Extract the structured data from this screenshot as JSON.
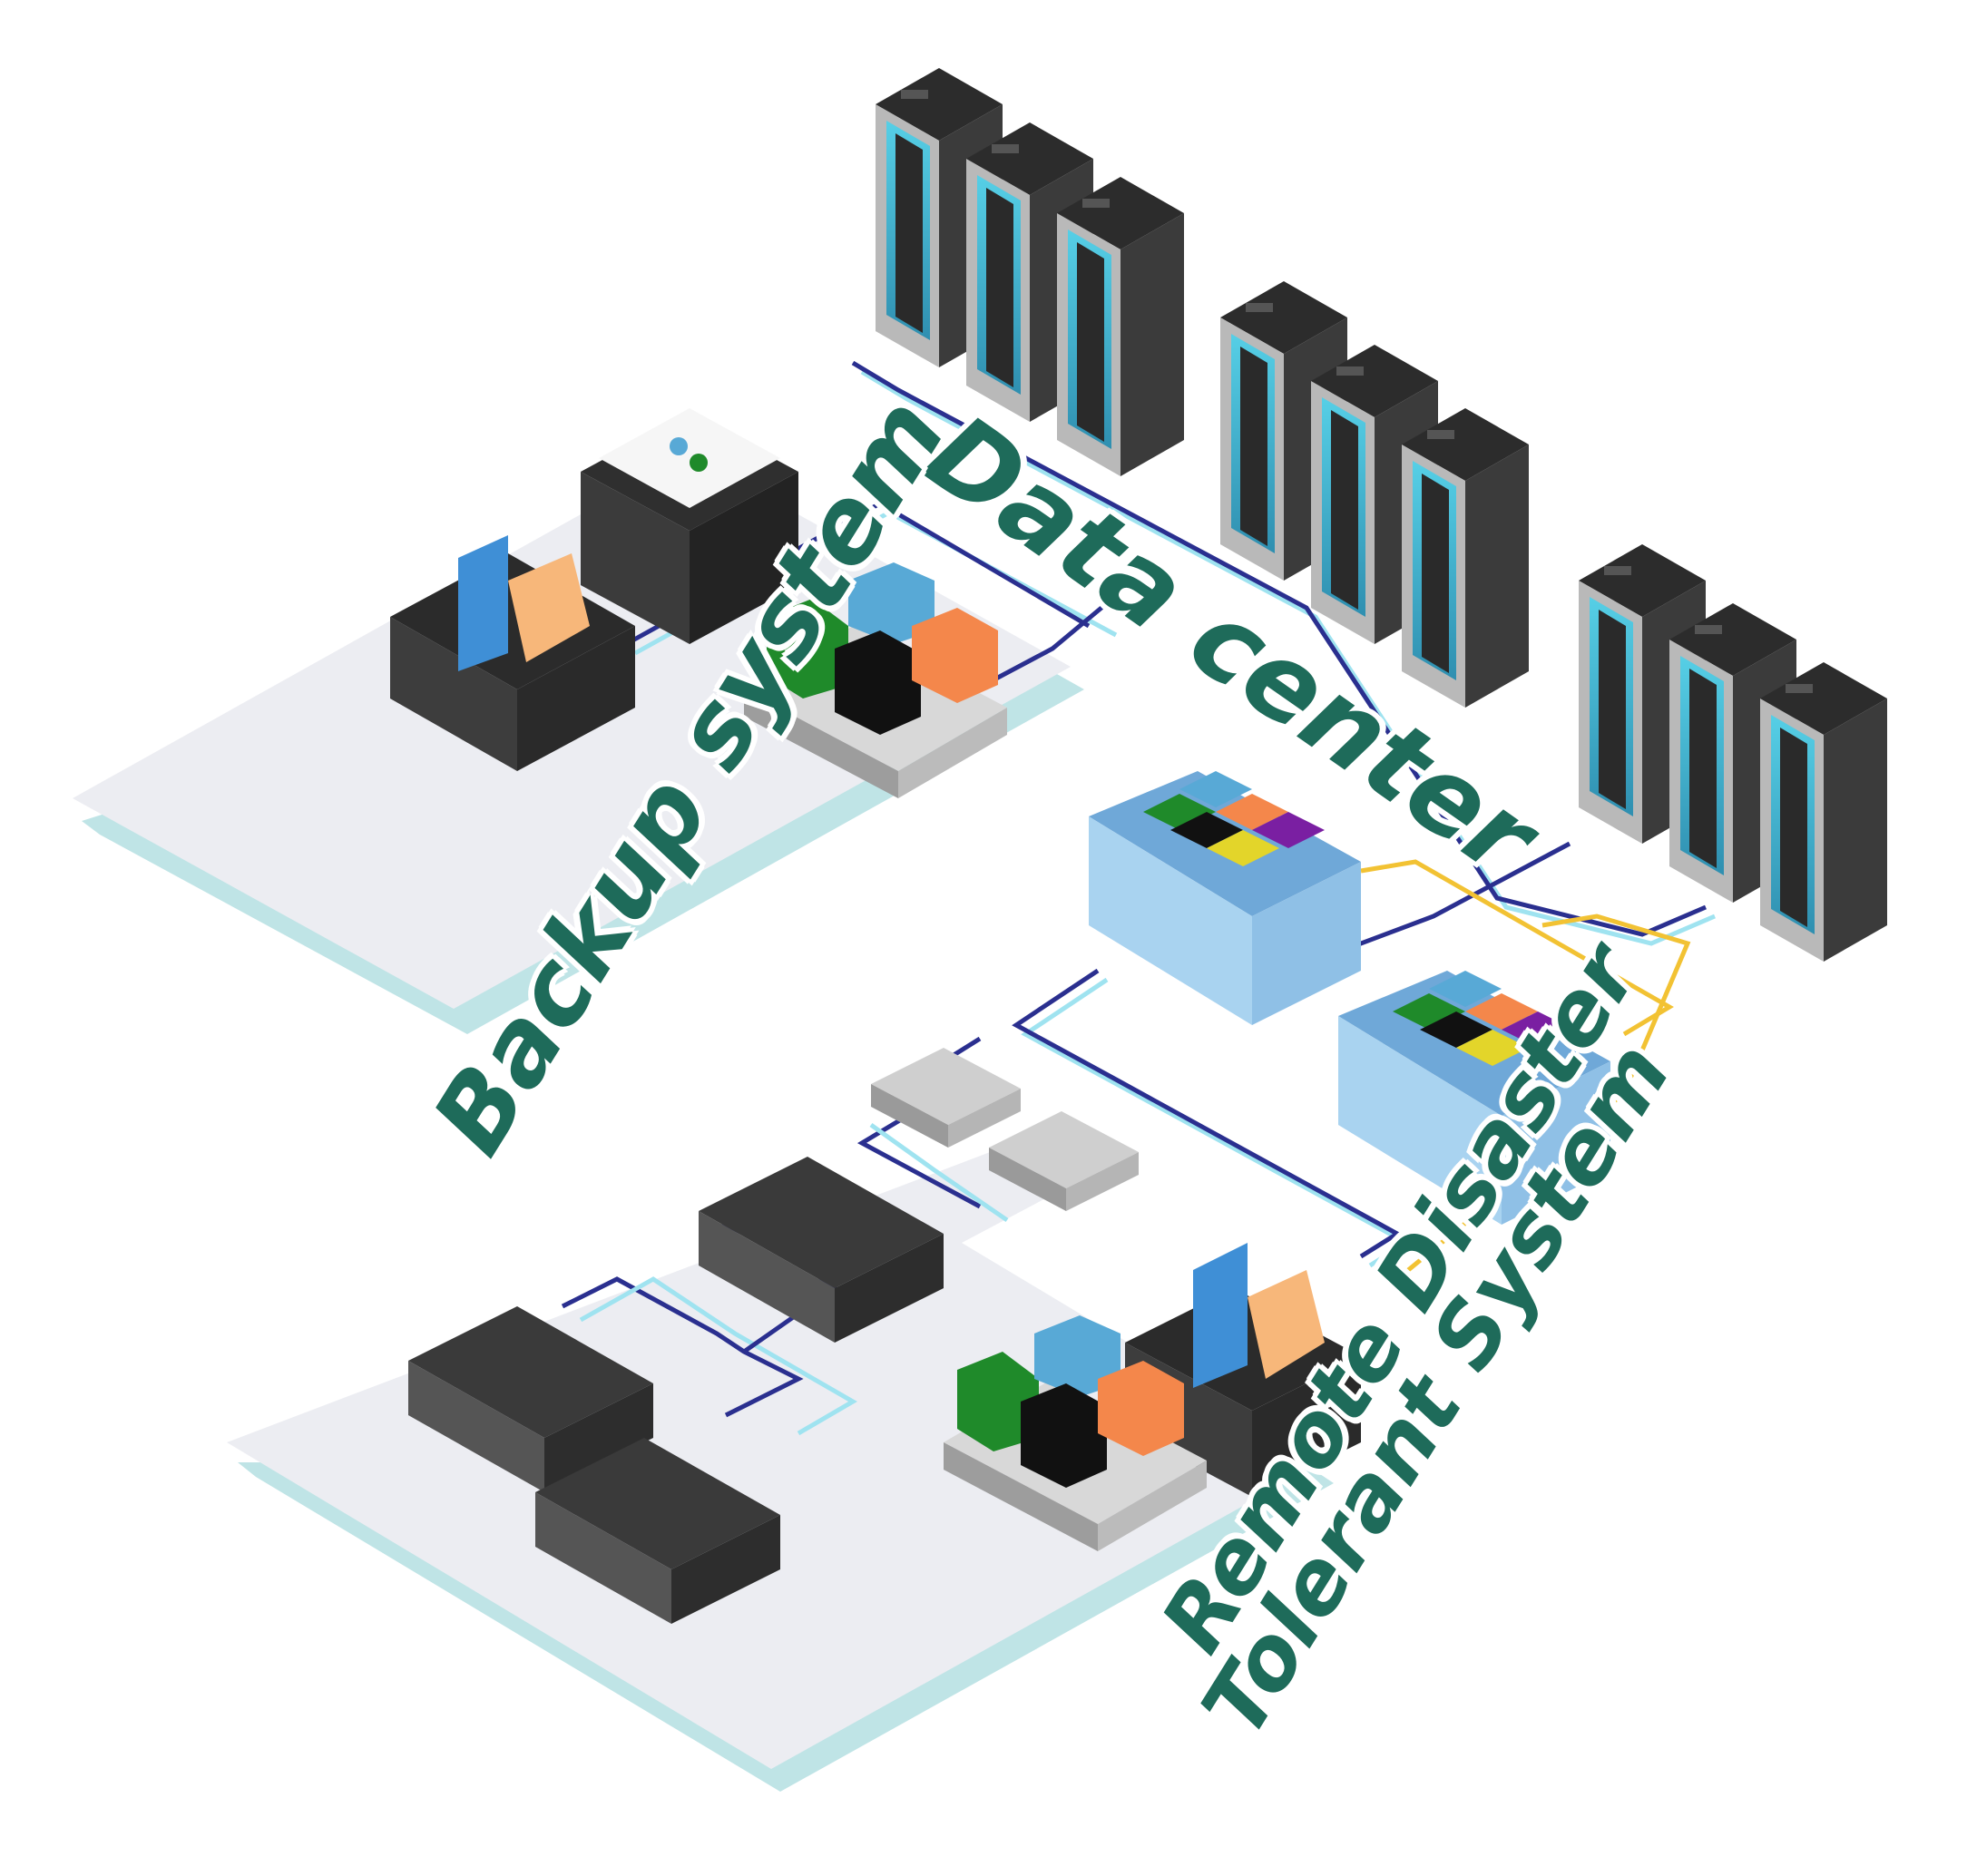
{
  "labels": {
    "data_center": "Data center",
    "backup_system": "Backup system",
    "remote_line1": "Remote Disaster",
    "remote_line2": "Tolerant System"
  },
  "colors": {
    "text": "#1e6b5a",
    "link_dark": "#2a2f8f",
    "link_light": "#9fe3f0",
    "link_yellow": "#f2c233",
    "platform": "#ecedf2",
    "platform_shadow": "#bfe4e6",
    "rack_body": "#3b3b3b",
    "rack_glass": "#4fc7e0",
    "storage_blue": "#a9d3f0",
    "cube_green": "#1f8a2a",
    "cube_blue": "#58a9d6",
    "cube_black": "#111111",
    "cube_orange": "#f4874b",
    "cube_yellow": "#e3d52a",
    "cube_purple": "#7a1fa2"
  },
  "icons": [
    "server-rack-icon",
    "file-box-icon",
    "document-cabinet-icon",
    "data-cubes-icon",
    "storage-array-icon",
    "network-switch-icon",
    "rack-server-icon"
  ]
}
